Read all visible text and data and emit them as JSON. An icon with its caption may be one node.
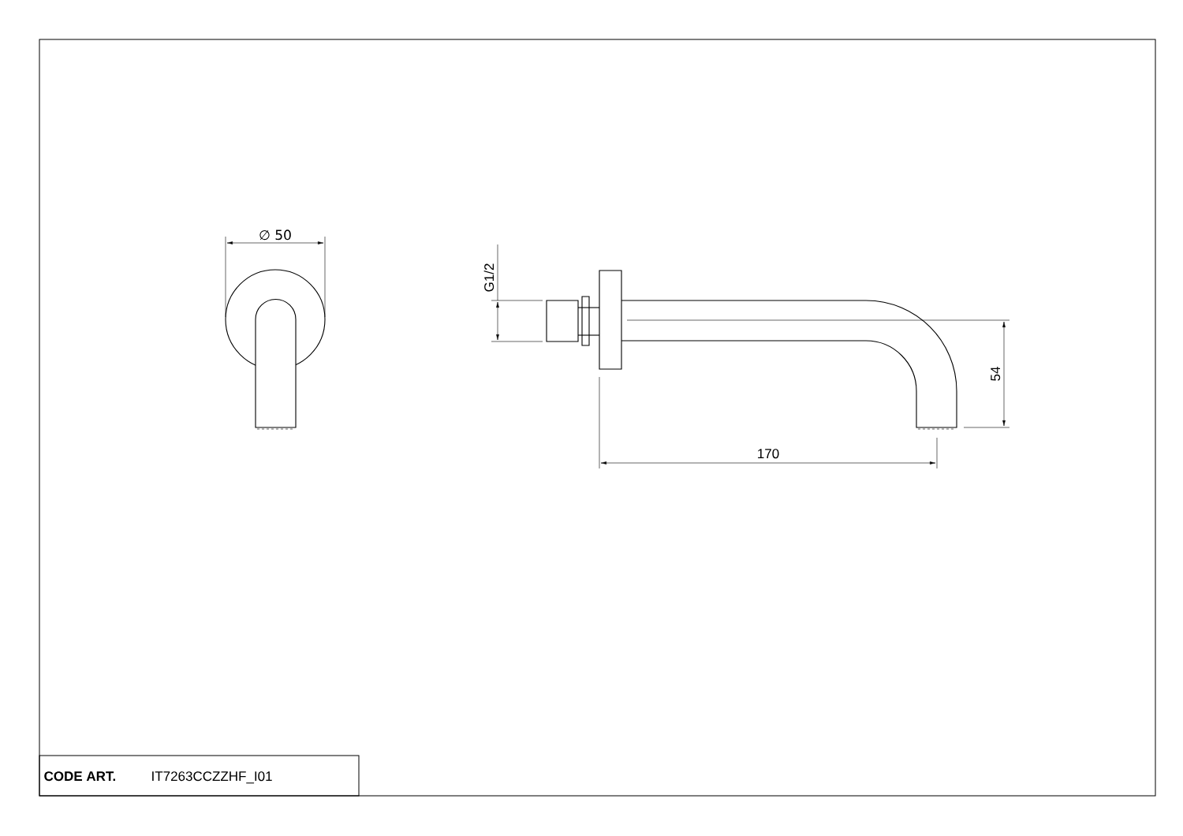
{
  "diagram": {
    "labels": [
      "∅ 50",
      "G1/2",
      "54",
      "170",
      "CODE ART.",
      "IT7263CCZZHF_I01"
    ]
  }
}
